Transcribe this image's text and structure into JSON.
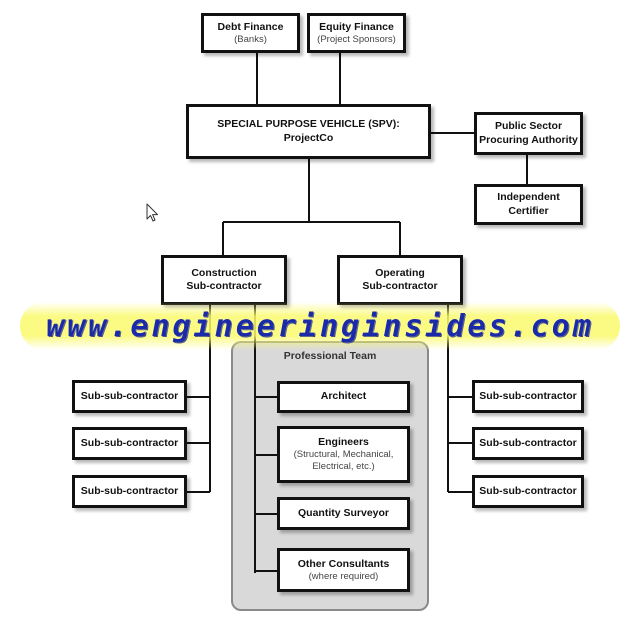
{
  "nodes": {
    "debt_finance": {
      "title": "Debt Finance",
      "sub": "(Banks)"
    },
    "equity_finance": {
      "title": "Equity Finance",
      "sub": "(Project Sponsors)"
    },
    "spv": {
      "title_line1": "SPECIAL PURPOSE VEHICLE (SPV):",
      "title_line2": "ProjectCo"
    },
    "public_sector": {
      "title_line1": "Public Sector",
      "title_line2": "Procuring Authority"
    },
    "independent_certifier": {
      "title_line1": "Independent",
      "title_line2": "Certifier"
    },
    "construction_sub": {
      "title_line1": "Construction",
      "title_line2": "Sub-contractor"
    },
    "operating_sub": {
      "title_line1": "Operating",
      "title_line2": "Sub-contractor"
    },
    "left_subsubs": [
      "Sub-sub-contractor",
      "Sub-sub-contractor",
      "Sub-sub-contractor"
    ],
    "right_subsubs": [
      "Sub-sub-contractor",
      "Sub-sub-contractor",
      "Sub-sub-contractor"
    ]
  },
  "professional_team": {
    "title": "Professional Team",
    "architect": {
      "title": "Architect"
    },
    "engineers": {
      "title": "Engineers",
      "sub_line1": "(Structural, Mechanical,",
      "sub_line2": "Electrical, etc.)"
    },
    "quantity_surveyor": {
      "title": "Quantity Surveyor"
    },
    "other_consultants": {
      "title": "Other Consultants",
      "sub": "(where required)"
    }
  },
  "watermark": "www.engineeringinsides.com",
  "colors": {
    "box_border": "#111111",
    "team_panel": "#d9d9d9",
    "watermark_text": "#1a2aa8",
    "watermark_glow": "#fafa6e"
  }
}
